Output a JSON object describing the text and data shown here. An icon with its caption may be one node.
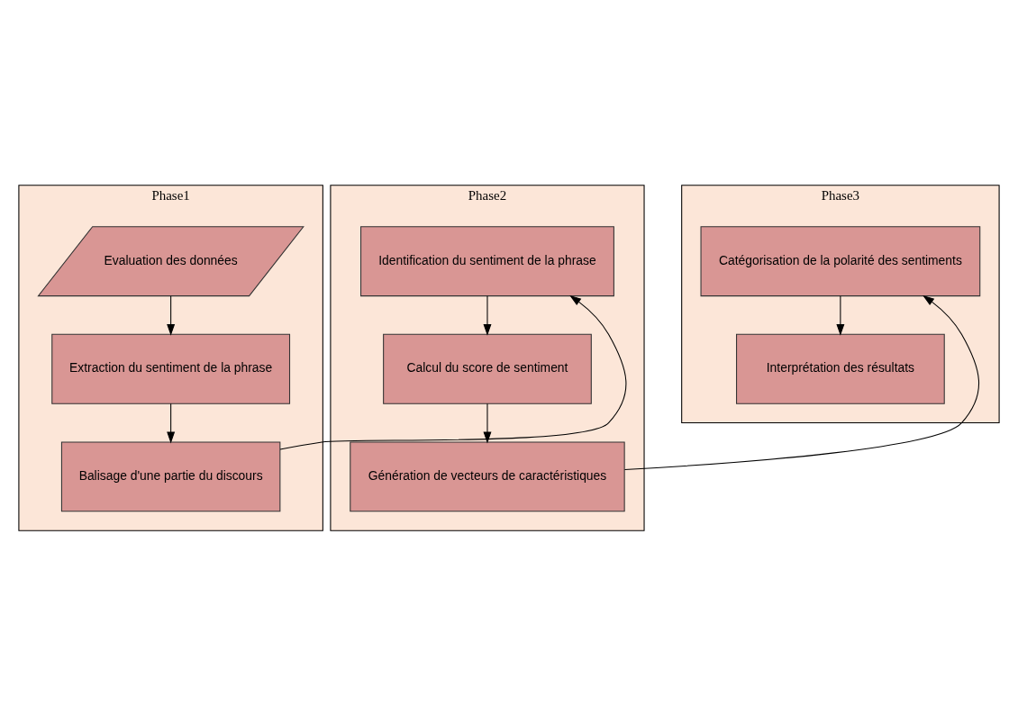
{
  "diagram": {
    "nodes": [
      {
        "text": [
          "Phase1"
        ]
      },
      {
        "text": [
          "Evaluation des données"
        ],
        "in": 0
      },
      {
        "text": [
          "Extraction du sentiment de la phrase"
        ],
        "in": 0
      },
      {
        "text": [
          "Balisage d'une partie du discours"
        ],
        "in": 0
      },
      {
        "text": [
          "Phase2"
        ]
      },
      {
        "text": [
          "Identification du sentiment de la phrase"
        ],
        "in": 4
      },
      {
        "text": [
          "Calcul du score de sentiment"
        ],
        "in": 4
      },
      {
        "text": [
          "Génération de vecteurs de caractéristiques"
        ],
        "in": 4
      },
      {
        "text": [
          "Phase3"
        ]
      },
      {
        "text": [
          "Catégorisation de la polarité des sentiments"
        ],
        "in": 8
      },
      {
        "text": [
          "Interprétation des résultats"
        ],
        "in": 8
      }
    ],
    "edges": [
      {
        "from": 1,
        "to": 2,
        "arrow": "to"
      },
      {
        "from": 2,
        "to": 3,
        "arrow": "to"
      },
      {
        "from": 3,
        "to": 5,
        "arrow": "to"
      },
      {
        "from": 5,
        "to": 6,
        "arrow": "to"
      },
      {
        "from": 6,
        "to": 7,
        "arrow": "to"
      },
      {
        "from": 7,
        "to": 9,
        "arrow": "to"
      },
      {
        "from": 9,
        "to": 10,
        "arrow": "to"
      }
    ]
  }
}
